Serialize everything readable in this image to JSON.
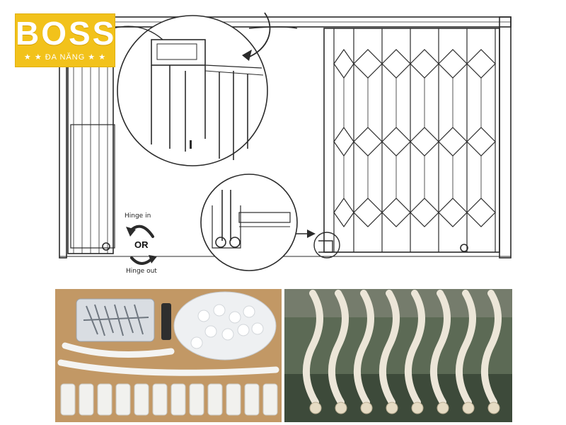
{
  "brand": {
    "word": "BOSS",
    "tagline": "★ ★ ĐA NĂNG ★ ★",
    "color": "#f2c21b"
  },
  "diagram": {
    "hinge_in_label": "Hinge in",
    "or_label": "OR",
    "hinge_out_label": "Hinge out",
    "line_color": "#2b2b2b"
  },
  "photos": [
    {
      "subject": "hardware kit with bolts, handles and rollers"
    },
    {
      "subject": "curved white gate slats stacked on a rack"
    }
  ]
}
